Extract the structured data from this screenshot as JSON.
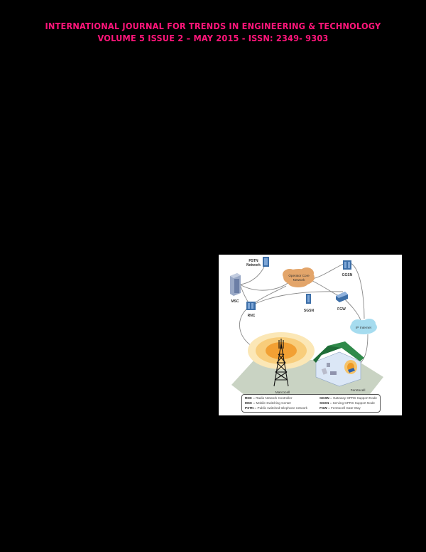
{
  "header": {
    "line1": "INTERNATIONAL JOURNAL FOR TRENDS IN ENGINEERING & TECHNOLOGY",
    "line2": "VOLUME 5 ISSUE 2 – MAY 2015 - ISSN: 2349- 9303",
    "color": "#ff157a"
  },
  "figure": {
    "nodes": {
      "pstn": "PSTN",
      "pstn2": "Network",
      "msc": "MSC",
      "rnc": "RNC",
      "sgsn": "SGSN",
      "fgw": "FGW",
      "ggsn": "GGSN",
      "core1": "Operator Core",
      "core2": "Network",
      "internet": "IP Internet",
      "macrocell": "Marcocell",
      "femtocell": "Femtocell"
    },
    "legend": {
      "left": [
        {
          "abbr": "RNC",
          "def": " = Radio Network Controller"
        },
        {
          "abbr": "MSC",
          "def": " = Mobile Switching Center"
        },
        {
          "abbr": "PSTN",
          "def": " = Public switched telephone network"
        }
      ],
      "right": [
        {
          "abbr": "GGSN",
          "def": " = Gateway GPRS Support Node"
        },
        {
          "abbr": "SGSN",
          "def": " =  Serving GPRS Support Node"
        },
        {
          "abbr": "FGW",
          "def": " = Femtocell Gate-Way"
        }
      ]
    }
  }
}
